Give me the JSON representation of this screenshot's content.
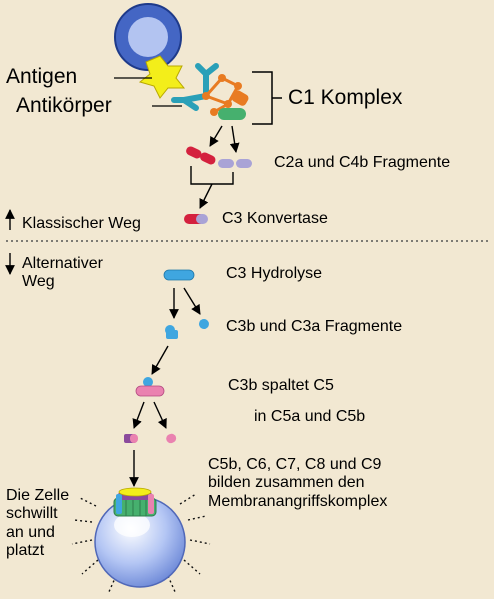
{
  "labels": {
    "antigen": "Antigen",
    "antikoerper": "Antikörper",
    "c1_komplex": "C1 Komplex",
    "fragments_c2a_c4b": "C2a und C4b Fragmente",
    "klassischer_weg": "Klassischer Weg",
    "c3_konvertase": "C3 Konvertase",
    "alternativer_weg": "Alternativer\nWeg",
    "c3_hydrolyse": "C3 Hydrolyse",
    "fragments_c3b_c3a": "C3b und C3a Fragmente",
    "c3b_spaltet_c5": "C3b spaltet C5",
    "in_c5a_c5b": "in C5a und C5b",
    "mac": "C5b, C6, C7, C8 und C9\nbilden zusammen den\nMembranangriffskomplex",
    "zelle": "Die Zelle\nschwillt\nan und\nplatzt"
  },
  "colors": {
    "background": "#f2e8d2",
    "antigen_yellow": "#f3ee1a",
    "antibody_teal": "#2aa0b8",
    "c1_orange": "#e87b22",
    "c1_green": "#46b06e",
    "c2a_red": "#d4213e",
    "c4b_lavender": "#a9a3d6",
    "c3_blue": "#3fa6e0",
    "c5_pink": "#ea82b0",
    "c5b_purple": "#8b4a9c",
    "cell_blue": "#9fb6ee"
  }
}
